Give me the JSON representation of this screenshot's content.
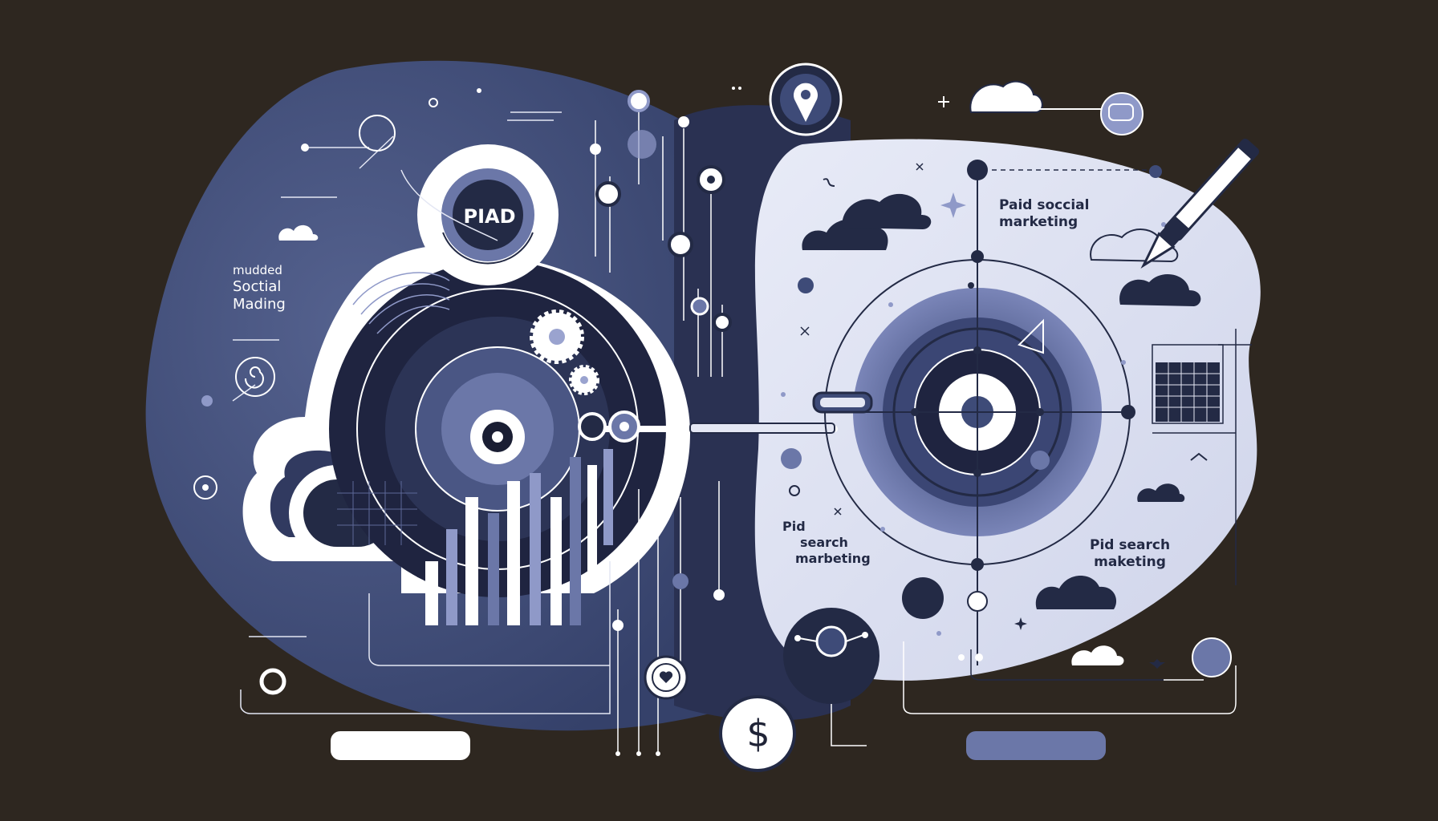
{
  "labels": {
    "left_block": [
      "mudded",
      "Soctial",
      "Mading"
    ],
    "badge": "PIAD",
    "right_top": [
      "Paid soccial",
      "marketing"
    ],
    "right_bottom_left": [
      "Pi̇d",
      "search",
      "marbeting"
    ],
    "right_bottom_right": [
      "Pi̇d search",
      "maketing"
    ],
    "currency": "$"
  },
  "palette": {
    "background": "#2e2720",
    "navy": "#3e4b78",
    "deep_navy": "#232a45",
    "periwinkle": "#6c76a8",
    "pale_lavender": "#e4e7f4",
    "white": "#ffffff"
  },
  "icons": [
    "location-pin-icon",
    "cloud-icon",
    "chat-bubble-icon",
    "pen-icon",
    "gear-icon",
    "heart-icon",
    "dollar-coin-icon",
    "target-icon",
    "spiral-icon",
    "sparkle-icon"
  ]
}
